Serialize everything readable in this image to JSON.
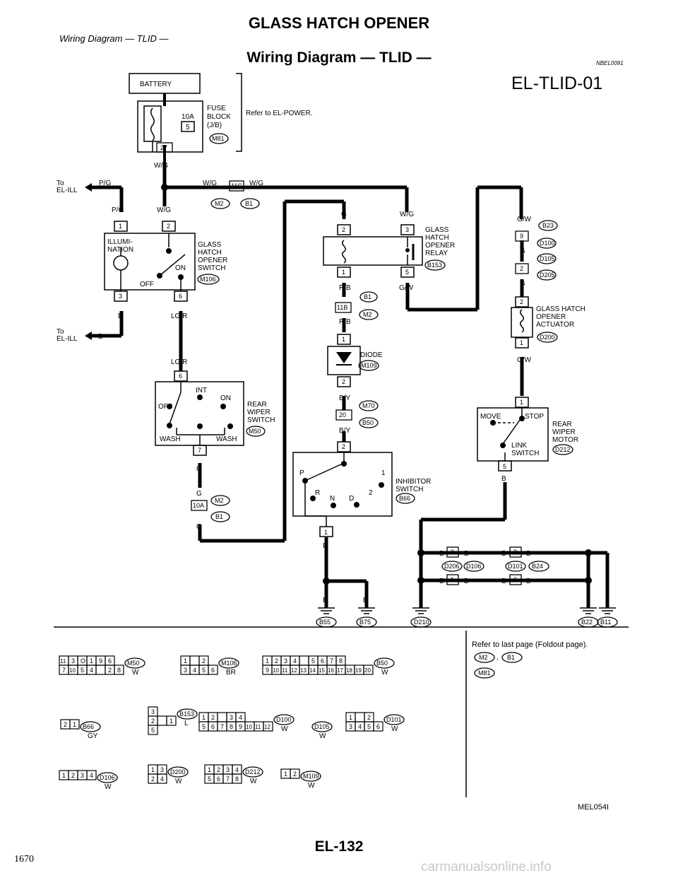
{
  "header": {
    "subtitle": "Wiring Diagram — TLID —",
    "title": "GLASS HATCH OPENER",
    "diagram_title": "Wiring Diagram — TLID —",
    "doc_code": "NBEL0091",
    "ref_id": "EL-TLID-01"
  },
  "footer": {
    "page_label": "EL-132",
    "page_number": "1670",
    "figure_code": "MEL054I",
    "watermark": "carmanualsonline.info"
  },
  "components": {
    "battery": "BATTERY",
    "fuse_amp": "10A",
    "fuse_num": "5",
    "fuse_block": [
      "FUSE",
      "BLOCK",
      "(J/B)"
    ],
    "fuse_conn": "M81",
    "fuse_pin": "27",
    "refer_power": "Refer to EL-POWER.",
    "to_ill_top": [
      "To",
      "EL-ILL"
    ],
    "to_ill_bottom": [
      "To",
      "EL-ILL"
    ],
    "illum": [
      "ILLUMI-",
      "NATION"
    ],
    "gh_switch": [
      "GLASS",
      "HATCH",
      "OPENER",
      "SWITCH"
    ],
    "gh_switch_conn": "M106",
    "sw_on": "ON",
    "sw_off": "OFF",
    "relay": [
      "GLASS",
      "HATCH",
      "OPENER",
      "RELAY"
    ],
    "relay_conn": "B153",
    "actuator": [
      "GLASS HATCH",
      "OPENER",
      "ACTUATOR"
    ],
    "actuator_conn": "D200",
    "diode": "DIODE",
    "diode_conn": "M109",
    "wiper_switch": [
      "REAR",
      "WIPER",
      "SWITCH"
    ],
    "wiper_switch_conn": "M50",
    "ws_int": "INT",
    "ws_on": "ON",
    "ws_off": "OFF",
    "ws_wash": "WASH",
    "wiper_motor": [
      "REAR",
      "WIPER",
      "MOTOR"
    ],
    "wiper_motor_conn": "D212",
    "wm_move": "MOVE",
    "wm_stop": "STOP",
    "wm_link": [
      "LINK",
      "SWITCH"
    ],
    "inhibitor": [
      "INHIBITOR",
      "SWITCH"
    ],
    "inhibitor_conn": "B66",
    "inh_p": "P",
    "inh_r": "R",
    "inh_n": "N",
    "inh_d": "D",
    "inh_2": "2",
    "inh_1": "1"
  },
  "connectors": {
    "m2": "M2",
    "b1": "B1",
    "b23": "B23",
    "d100": "D100",
    "d105": "D105",
    "d205": "D205",
    "m70": "M70",
    "b50": "B50",
    "d206": "D206",
    "d106": "D106",
    "d101": "D101",
    "b24": "B24",
    "grounds": [
      "B55",
      "B75",
      "D210",
      "B22",
      "B11"
    ]
  },
  "pins": {
    "p1": "1",
    "p2": "2",
    "p3": "3",
    "p5": "5",
    "p6": "6",
    "p7": "7",
    "p9": "9",
    "p10a": "10A",
    "p11c": "11C",
    "p11b": "11B",
    "p20": "20",
    "p27": "27"
  },
  "wires": {
    "wg": "W/G",
    "pg": "P/G",
    "b": "B",
    "lgr": "LG/R",
    "g": "G",
    "rb": "R/B",
    "by": "B/Y",
    "gw": "G/W"
  },
  "refer_note": "Refer to last page (Foldout page).",
  "legend": [
    {
      "conn": "M50",
      "color": "W",
      "rows": [
        [
          "11",
          "3",
          "O",
          "1",
          "9",
          "6"
        ],
        [
          "7",
          "10",
          "5",
          "4",
          "",
          "2",
          "8"
        ]
      ]
    },
    {
      "conn": "M106",
      "color": "BR",
      "rows": [
        [
          "1",
          "",
          "2"
        ],
        [
          "3",
          "4",
          "5",
          "6"
        ]
      ]
    },
    {
      "conn": "B50",
      "color": "W",
      "rows": [
        [
          "1",
          "2",
          "3",
          "4",
          "",
          "5",
          "6",
          "7",
          "8"
        ],
        [
          "9",
          "10",
          "11",
          "12",
          "13",
          "14",
          "15",
          "16",
          "17",
          "18",
          "19",
          "20"
        ]
      ]
    },
    {
      "conn": "B66",
      "color": "GY",
      "rows": [
        [
          "2",
          "1"
        ]
      ]
    },
    {
      "conn": "B153",
      "color": "L",
      "rows": [
        [
          "3"
        ],
        [
          "2",
          "",
          "1"
        ],
        [
          "5"
        ]
      ]
    },
    {
      "conn": "D100",
      "color": "W",
      "rows": [
        [
          "1",
          "2",
          "",
          "3",
          "4"
        ],
        [
          "5",
          "6",
          "7",
          "8",
          "9",
          "10",
          "11",
          "12"
        ]
      ]
    },
    {
      "conn": "D105",
      "color": "W",
      "rows": []
    },
    {
      "conn": "D101",
      "color": "W",
      "rows": [
        [
          "1",
          "",
          "2"
        ],
        [
          "3",
          "4",
          "5",
          "6"
        ]
      ]
    },
    {
      "conn": "D106",
      "color": "W",
      "rows": [
        [
          "1",
          "2",
          "3",
          "4"
        ]
      ]
    },
    {
      "conn": "D200",
      "color": "W",
      "rows": [
        [
          "1",
          "3"
        ],
        [
          "2",
          "4"
        ]
      ]
    },
    {
      "conn": "D212",
      "color": "W",
      "rows": [
        [
          "1",
          "2",
          "3",
          "4"
        ],
        [
          "5",
          "6",
          "7",
          "8"
        ]
      ]
    },
    {
      "conn": "M109",
      "color": "W",
      "rows": [
        [
          "1",
          "2"
        ]
      ]
    }
  ]
}
